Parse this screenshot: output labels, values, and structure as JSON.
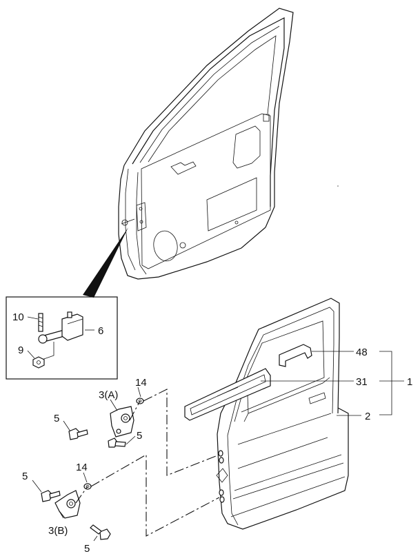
{
  "callouts": {
    "c10": "10",
    "c6": "6",
    "c9": "9",
    "c48": "48",
    "c31": "31",
    "c1": "1",
    "c2": "2",
    "c3a": "3(A)",
    "c14a": "14",
    "c5a": "5",
    "c5b": "5",
    "c14b": "14",
    "c5c": "5",
    "c3b": "3(B)",
    "c5d": "5"
  }
}
